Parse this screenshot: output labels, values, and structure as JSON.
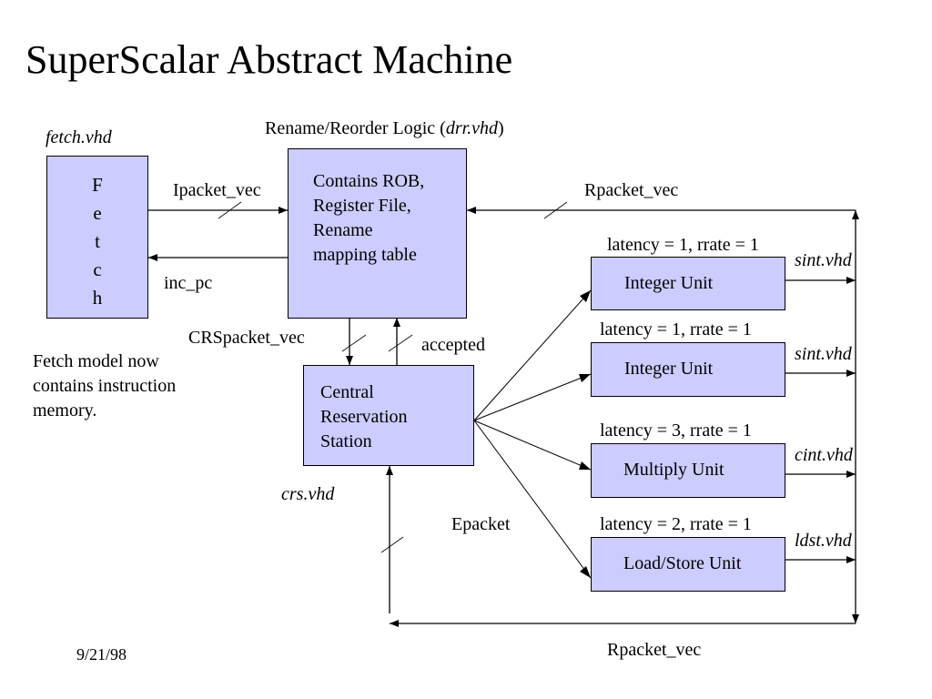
{
  "slide": {
    "title": "SuperScalar Abstract Machine",
    "date": "9/21/98",
    "note_lines": [
      "Fetch model now",
      "contains instruction",
      "memory."
    ]
  },
  "colors": {
    "block_fill": "#ccccff",
    "line": "#000000",
    "background": "#ffffff"
  },
  "blocks": {
    "fetch": {
      "file": "fetch.vhd",
      "letters": [
        "F",
        "e",
        "t",
        "c",
        "h"
      ]
    },
    "rename": {
      "caption_prefix": "Rename/Reorder Logic (",
      "caption_file": "drr.vhd",
      "caption_suffix": ")",
      "lines": [
        "Contains ROB,",
        "Register File,",
        "Rename",
        "mapping table"
      ]
    },
    "crs": {
      "file": "crs.vhd",
      "lines": [
        "Central",
        "Reservation",
        "Station"
      ]
    },
    "units": [
      {
        "name": "Integer Unit",
        "params": "latency = 1, rrate = 1",
        "file": "sint.vhd"
      },
      {
        "name": "Integer Unit",
        "params": "latency = 1, rrate = 1",
        "file": "sint.vhd"
      },
      {
        "name": "Multiply Unit",
        "params": "latency = 3, rrate = 1",
        "file": "cint.vhd"
      },
      {
        "name": "Load/Store Unit",
        "params": "latency = 2, rrate = 1",
        "file": "ldst.vhd"
      }
    ]
  },
  "signals": {
    "ipacket": "Ipacket_vec",
    "inc_pc": "inc_pc",
    "rpacket_top": "Rpacket_vec",
    "crspacket": "CRSpacket_vec",
    "accepted": "accepted",
    "epacket": "Epacket",
    "rpacket_bottom": "Rpacket_vec"
  }
}
